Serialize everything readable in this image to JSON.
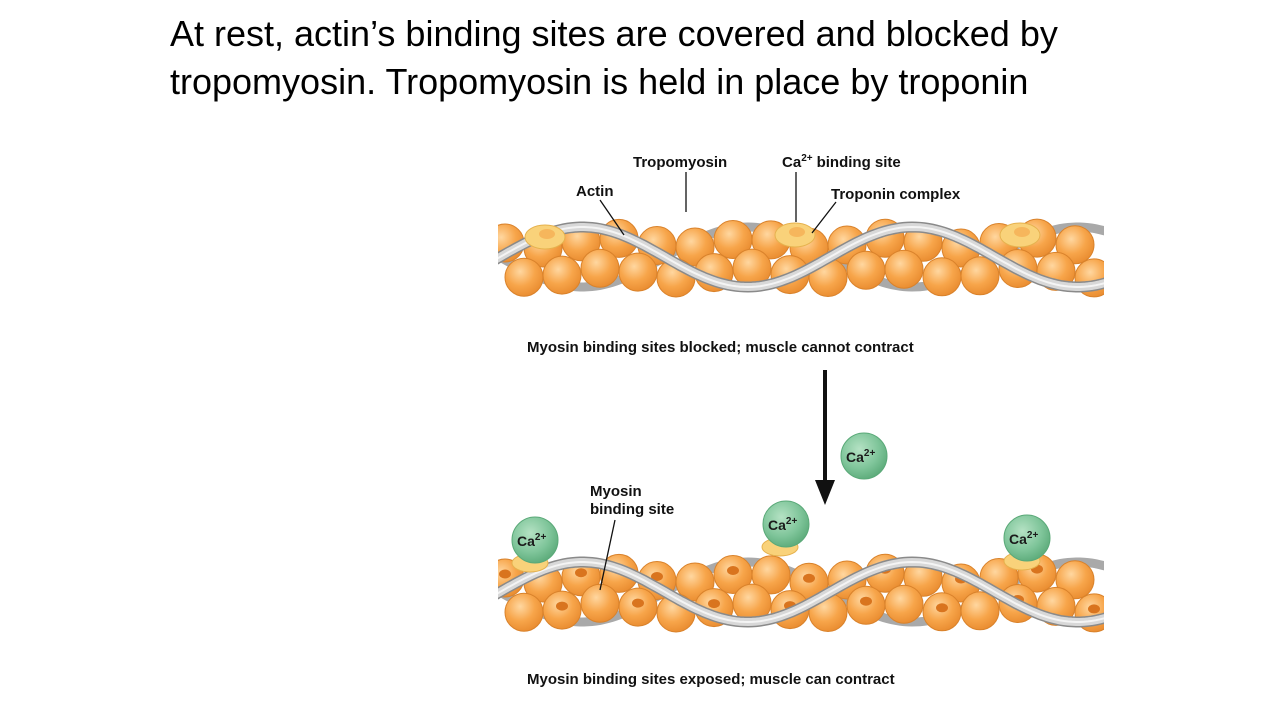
{
  "slide": {
    "text": "At rest, actin’s binding sites are covered and blocked by tropomyosin. Tropomyosin is held in place by troponin"
  },
  "diagram": {
    "labels": {
      "tropomyosin": "Tropomyosin",
      "ca_binding_site": "binding site",
      "actin": "Actin",
      "troponin_complex": "Troponin complex",
      "myosin_binding_site_line1": "Myosin",
      "myosin_binding_site_line2": "binding site"
    },
    "captions": {
      "top": "Myosin binding sites blocked; muscle cannot contract",
      "bottom": "Myosin binding sites exposed; muscle can contract"
    },
    "calcium_ion": {
      "symbol": "Ca",
      "charge": "2+"
    },
    "colors": {
      "actin_bead": "#f7a54a",
      "actin_bead_edge": "#d9822b",
      "binding_site_dot": "#d9741e",
      "tropomyosin": "#c9c9c9",
      "troponin": "#f9d27a",
      "calcium": "#7fc59a",
      "arrow": "#111111"
    }
  }
}
